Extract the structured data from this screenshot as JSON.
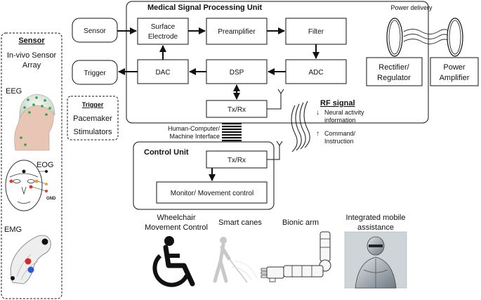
{
  "sensor_panel": {
    "title": "Sensor",
    "subtitle_line1": "In-vivo Sensor",
    "subtitle_line2": "Array",
    "eeg_label": "EEG",
    "eog_label": "EOG",
    "eog_gnd": "GND",
    "emg_label": "EMG"
  },
  "left_blocks": {
    "sensor": "Sensor",
    "trigger": "Trigger"
  },
  "trigger_box": {
    "title": "Trigger",
    "item1": "Pacemaker",
    "item2": "Stimulators"
  },
  "processing_unit": {
    "title": "Medical Signal Processing Unit",
    "surface_electrode_line1": "Surface",
    "surface_electrode_line2": "Electrode",
    "preamplifier": "Preamplifier",
    "filter": "Filter",
    "dac": "DAC",
    "dsp": "DSP",
    "adc": "ADC",
    "txrx": "Tx/Rx"
  },
  "power": {
    "title": "Power delivery",
    "rectifier_line1": "Rectifier/",
    "rectifier_line2": "Regulator",
    "amplifier_line1": "Power",
    "amplifier_line2": "Amplifier"
  },
  "rf": {
    "title": "RF signal",
    "down_line1": "Neural activity",
    "down_line2": "information",
    "up_line1": "Command/",
    "up_line2": "Instruction"
  },
  "hci": {
    "line1": "Human-Computer/",
    "line2": "Machine Interface"
  },
  "control_unit": {
    "title": "Control Unit",
    "txrx": "Tx/Rx",
    "monitor": "Monitor/ Movement control"
  },
  "applications": {
    "wheelchair_line1": "Wheelchair",
    "wheelchair_line2": "Movement Control",
    "canes": "Smart canes",
    "bionic": "Bionic arm",
    "mobile_line1": "Integrated mobile",
    "mobile_line2": "assistance"
  }
}
